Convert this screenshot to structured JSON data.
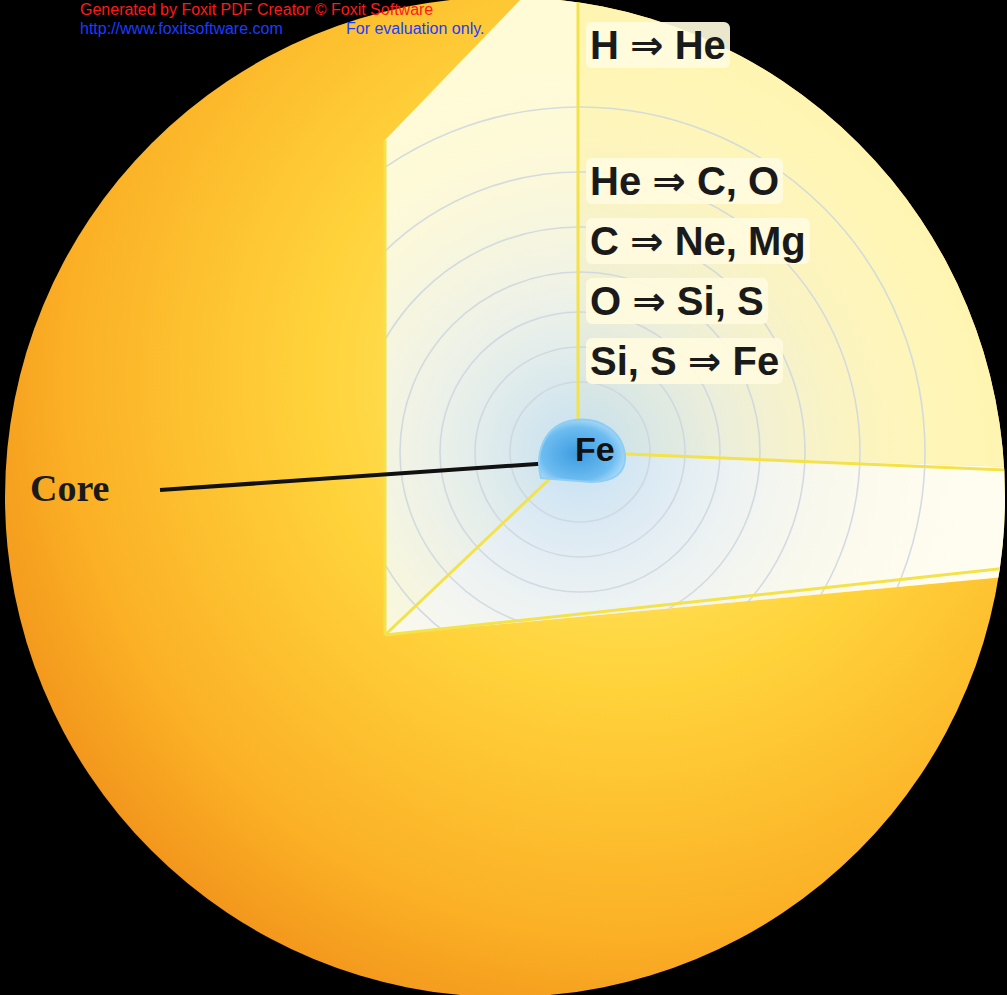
{
  "diagram": {
    "nodes": [
      {
        "text": [
          "Fe"
        ]
      }
    ],
    "labels": [
      "Generated by Foxit PDF Creator © Foxit Software",
      "http://www.foxitsoftware.com",
      "For evaluation only.",
      "H ⇒ He",
      "He ⇒ C, O",
      "C ⇒ Ne, Mg",
      "O ⇒ Si, S",
      "Si, S ⇒ Fe",
      "Core"
    ]
  }
}
